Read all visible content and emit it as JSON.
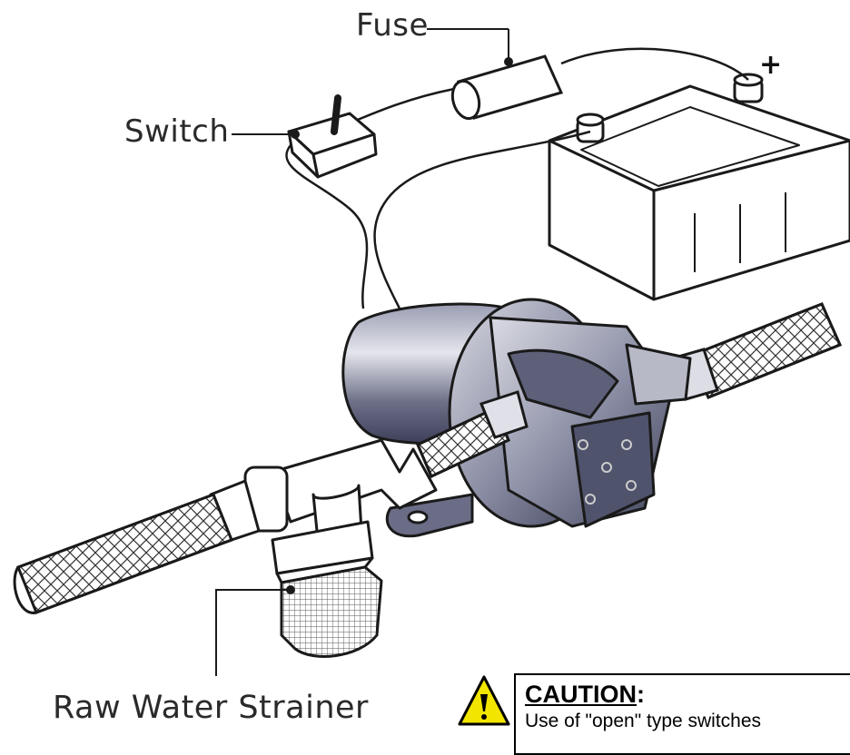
{
  "labels": {
    "fuse": "Fuse",
    "switch": "Switch",
    "positive_terminal": "+",
    "strainer": "Raw Water Strainer"
  },
  "caution": {
    "title": "CAUTION",
    "title_colon": ":",
    "text": "Use of \"open\" type switches"
  },
  "icons": {
    "warning": "warning-triangle-icon"
  },
  "colors": {
    "outline": "#1a1a1a",
    "pump_dark": "#4a4e66",
    "pump_light": "#c8cad6",
    "hose": "#ffffff",
    "warning_yellow": "#f2e600"
  }
}
